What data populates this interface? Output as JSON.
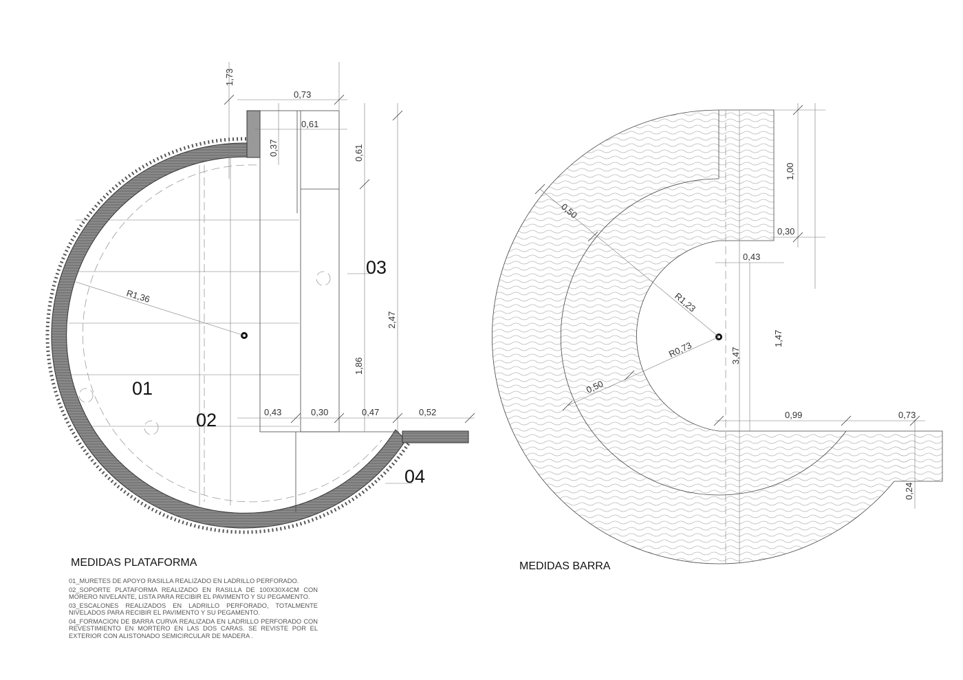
{
  "plataforma": {
    "title": "MEDIDAS PLATAFORMA",
    "dims": {
      "d173": "1,73",
      "d073": "0,73",
      "d061a": "0,61",
      "d037": "0,37",
      "d061b": "0,61",
      "d247": "2,47",
      "d186": "1,86",
      "r136": "R1,36",
      "d043": "0,43",
      "d030": "0,30",
      "d047": "0,47",
      "d052": "0,52"
    },
    "zones": {
      "z01": "01",
      "z02": "02",
      "z03": "03",
      "z04": "04"
    },
    "notes": [
      "01_MURETES DE APOYO RASILLA REALIZADO EN LADRILLO PERFORADO.",
      "02_SOPORTE PLATAFORMA REALIZADO EN RASILLA DE 100X30X4CM CON MORERO NIVELANTE, LISTA PARA RECIBIR EL PAVIMENTO Y SU PEGAMENTO.",
      "03_ESCALONES REALIZADOS EN LADRILLO PERFORADO, TOTALMENTE NIVELADOS PARA RECIBIR EL PAVIMENTO Y SU PEGAMENTO.",
      "04_FORMACION DE BARRA CURVA REALIZADA EN LADRILLO PERFORADO CON REVESTIMIENTO EN MORTERO EN LAS DOS CARAS. SE REVISTE POR EL EXTERIOR CON ALISTONADO SEMICIRCULAR DE MADERA ."
    ]
  },
  "barra": {
    "title": "MEDIDAS BARRA",
    "dims": {
      "d050a": "0,50",
      "d100": "1,00",
      "d030": "0,30",
      "d043": "0,43",
      "r123": "R1,23",
      "r073": "R0,73",
      "d050b": "0,50",
      "d347": "3,47",
      "d147": "1,47",
      "d099": "0,99",
      "d073": "0,73",
      "d024": "0,24"
    }
  }
}
